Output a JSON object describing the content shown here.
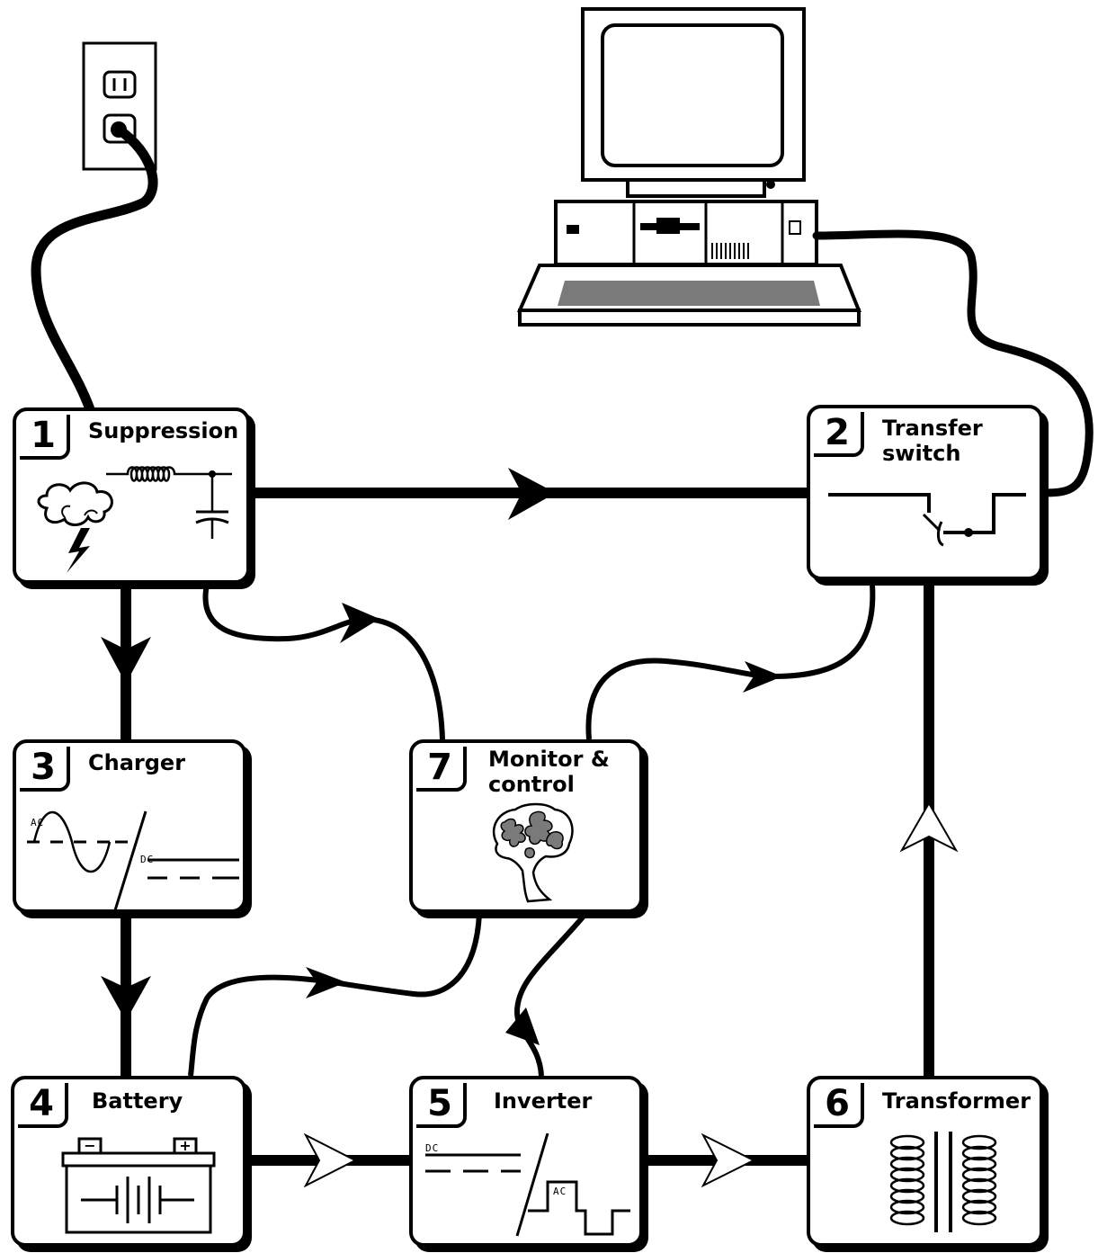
{
  "blocks": {
    "b1": {
      "number": "1",
      "label": "Suppression"
    },
    "b2": {
      "number": "2",
      "label": "Transfer\nswitch"
    },
    "b3": {
      "number": "3",
      "label": "Charger"
    },
    "b4": {
      "number": "4",
      "label": "Battery"
    },
    "b5": {
      "number": "5",
      "label": "Inverter"
    },
    "b6": {
      "number": "6",
      "label": "Transformer"
    },
    "b7": {
      "number": "7",
      "label": "Monitor &\ncontrol"
    }
  },
  "symbols": {
    "ac": "AC",
    "dc": "DC",
    "minus": "−",
    "plus": "+"
  },
  "colors": {
    "ink": "#000000",
    "paper": "#ffffff",
    "shade": "#7a7a7a"
  },
  "icons": [
    "wall-outlet-icon",
    "computer-icon",
    "storm-cloud-icon",
    "brain-icon",
    "battery-icon",
    "coil-icon"
  ]
}
